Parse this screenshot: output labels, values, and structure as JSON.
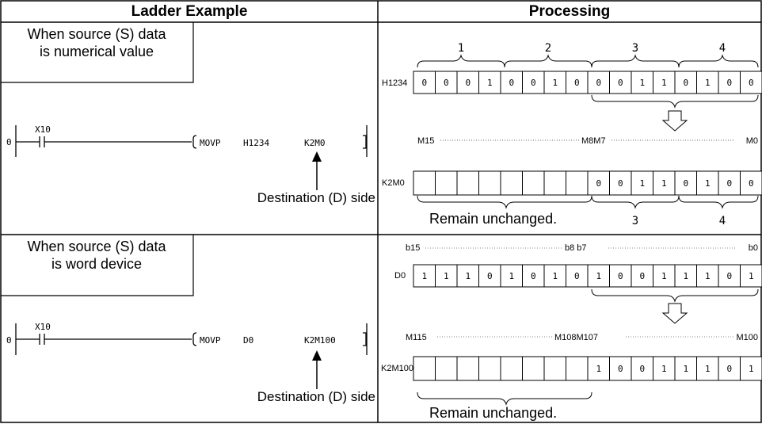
{
  "header": {
    "left": "Ladder Example",
    "right": "Processing"
  },
  "case1": {
    "source_text_line1": "When source (S) data",
    "source_text_line2": "is numerical value",
    "ladder": {
      "rail_number": "0",
      "contact": "X10",
      "instruction": "MOVP",
      "source": "H1234",
      "destination": "K2M0",
      "destination_label": "Destination (D) side"
    },
    "processing": {
      "group_numbers": [
        "1",
        "2",
        "3",
        "4"
      ],
      "source_label": "H1234",
      "source_bits": [
        "0",
        "0",
        "0",
        "1",
        "0",
        "0",
        "1",
        "0",
        "0",
        "0",
        "1",
        "1",
        "0",
        "1",
        "0",
        "0"
      ],
      "high_range_start": "M15",
      "mid_label": "M8M7",
      "low_range_end": "M0",
      "dest_label": "K2M0",
      "dest_bits": [
        "",
        "",
        "",
        "",
        "",
        "",
        "",
        "",
        "0",
        "0",
        "1",
        "1",
        "0",
        "1",
        "0",
        "0"
      ],
      "remain_text": "Remain unchanged.",
      "lower_group_numbers": [
        "3",
        "4"
      ]
    }
  },
  "case2": {
    "source_text_line1": "When source (S) data",
    "source_text_line2": "is word device",
    "ladder": {
      "rail_number": "0",
      "contact": "X10",
      "instruction": "MOVP",
      "source": "D0",
      "destination": "K2M100",
      "destination_label": "Destination (D) side"
    },
    "processing": {
      "range_start": "b15",
      "mid_label": "b8 b7",
      "range_end": "b0",
      "source_label": "D0",
      "source_bits": [
        "1",
        "1",
        "1",
        "0",
        "1",
        "0",
        "1",
        "0",
        "1",
        "0",
        "0",
        "1",
        "1",
        "1",
        "0",
        "1"
      ],
      "dest_high": "M115",
      "dest_mid": "M108M107",
      "dest_low": "M100",
      "dest_label": "K2M100",
      "dest_bits": [
        "",
        "",
        "",
        "",
        "",
        "",
        "",
        "",
        "1",
        "0",
        "0",
        "1",
        "1",
        "1",
        "0",
        "1"
      ],
      "remain_text": "Remain unchanged."
    }
  }
}
